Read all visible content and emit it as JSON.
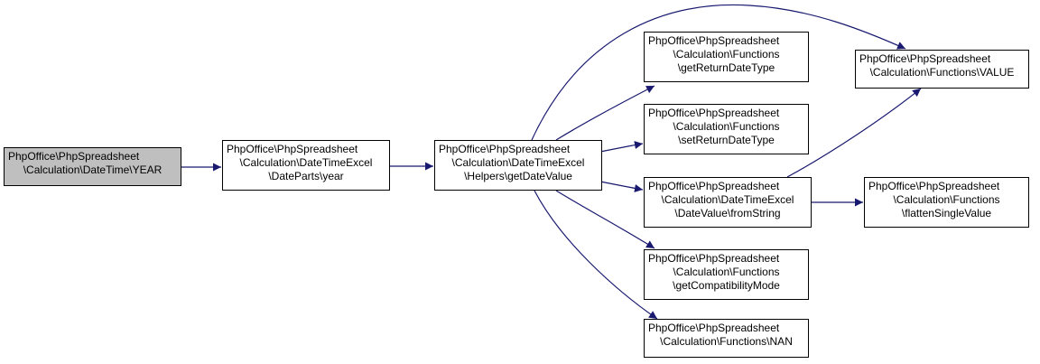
{
  "nodes": [
    {
      "id": "year_fn",
      "lines": [
        "PhpOffice\\PhpSpreadsheet",
        "\\Calculation\\DateTime\\YEAR"
      ]
    },
    {
      "id": "dp_year",
      "lines": [
        "PhpOffice\\PhpSpreadsheet",
        "\\Calculation\\DateTimeExcel",
        "\\DateParts\\year"
      ]
    },
    {
      "id": "getdate",
      "lines": [
        "PhpOffice\\PhpSpreadsheet",
        "\\Calculation\\DateTimeExcel",
        "\\Helpers\\getDateValue"
      ]
    },
    {
      "id": "getret",
      "lines": [
        "PhpOffice\\PhpSpreadsheet",
        "\\Calculation\\Functions",
        "\\getReturnDateType"
      ]
    },
    {
      "id": "setret",
      "lines": [
        "PhpOffice\\PhpSpreadsheet",
        "\\Calculation\\Functions",
        "\\setReturnDateType"
      ]
    },
    {
      "id": "fromstr",
      "lines": [
        "PhpOffice\\PhpSpreadsheet",
        "\\Calculation\\DateTimeExcel",
        "\\DateValue\\fromString"
      ]
    },
    {
      "id": "compat",
      "lines": [
        "PhpOffice\\PhpSpreadsheet",
        "\\Calculation\\Functions",
        "\\getCompatibilityMode"
      ]
    },
    {
      "id": "nan",
      "lines": [
        "PhpOffice\\PhpSpreadsheet",
        "\\Calculation\\Functions\\NAN"
      ]
    },
    {
      "id": "value",
      "lines": [
        "PhpOffice\\PhpSpreadsheet",
        "\\Calculation\\Functions\\VALUE"
      ]
    },
    {
      "id": "flatten",
      "lines": [
        "PhpOffice\\PhpSpreadsheet",
        "\\Calculation\\Functions",
        "\\flattenSingleValue"
      ]
    }
  ],
  "edges": [
    {
      "from": "year_fn",
      "to": "dp_year"
    },
    {
      "from": "dp_year",
      "to": "getdate"
    },
    {
      "from": "getdate",
      "to": "getret"
    },
    {
      "from": "getdate",
      "to": "setret"
    },
    {
      "from": "getdate",
      "to": "fromstr"
    },
    {
      "from": "getdate",
      "to": "compat"
    },
    {
      "from": "getdate",
      "to": "nan"
    },
    {
      "from": "getdate",
      "to": "value"
    },
    {
      "from": "fromstr",
      "to": "value"
    },
    {
      "from": "fromstr",
      "to": "flatten"
    }
  ],
  "colors": {
    "edge": "#191970",
    "root_fill": "#bfbfbf",
    "node_fill": "#ffffff",
    "border": "#000000"
  }
}
